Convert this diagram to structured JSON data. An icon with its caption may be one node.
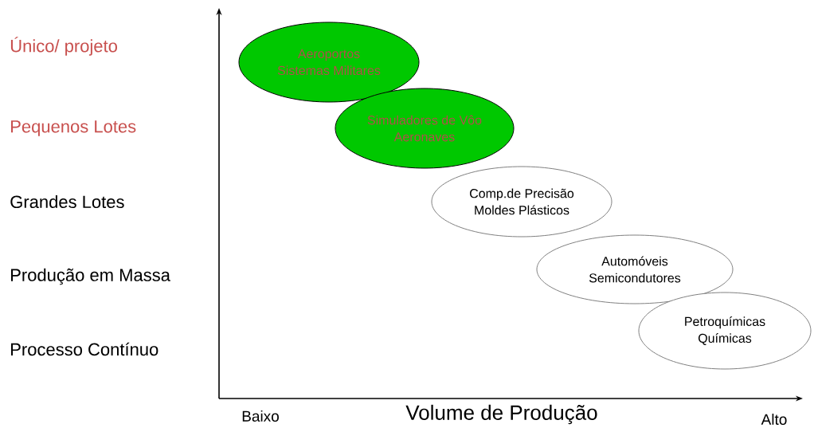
{
  "diagram": {
    "nodes": [
      {
        "text": [
          "Aeroportos",
          "Sistemas Militares"
        ]
      },
      {
        "text": [
          "Simuladores de Vôo",
          "Aeronaves"
        ]
      },
      {
        "text": [
          "Comp.de Precisão",
          "Moldes Plásticos"
        ]
      },
      {
        "text": [
          "Automóveis",
          "Semicondutores"
        ]
      },
      {
        "text": [
          "Petroquímicas",
          "Químicas"
        ]
      }
    ],
    "labels": [
      "Único/ projeto",
      "Pequenos Lotes",
      "Grandes Lotes",
      "Produção em Massa",
      "Processo Contínuo",
      "Baixo",
      "Volume de Produção",
      "Alto"
    ]
  }
}
